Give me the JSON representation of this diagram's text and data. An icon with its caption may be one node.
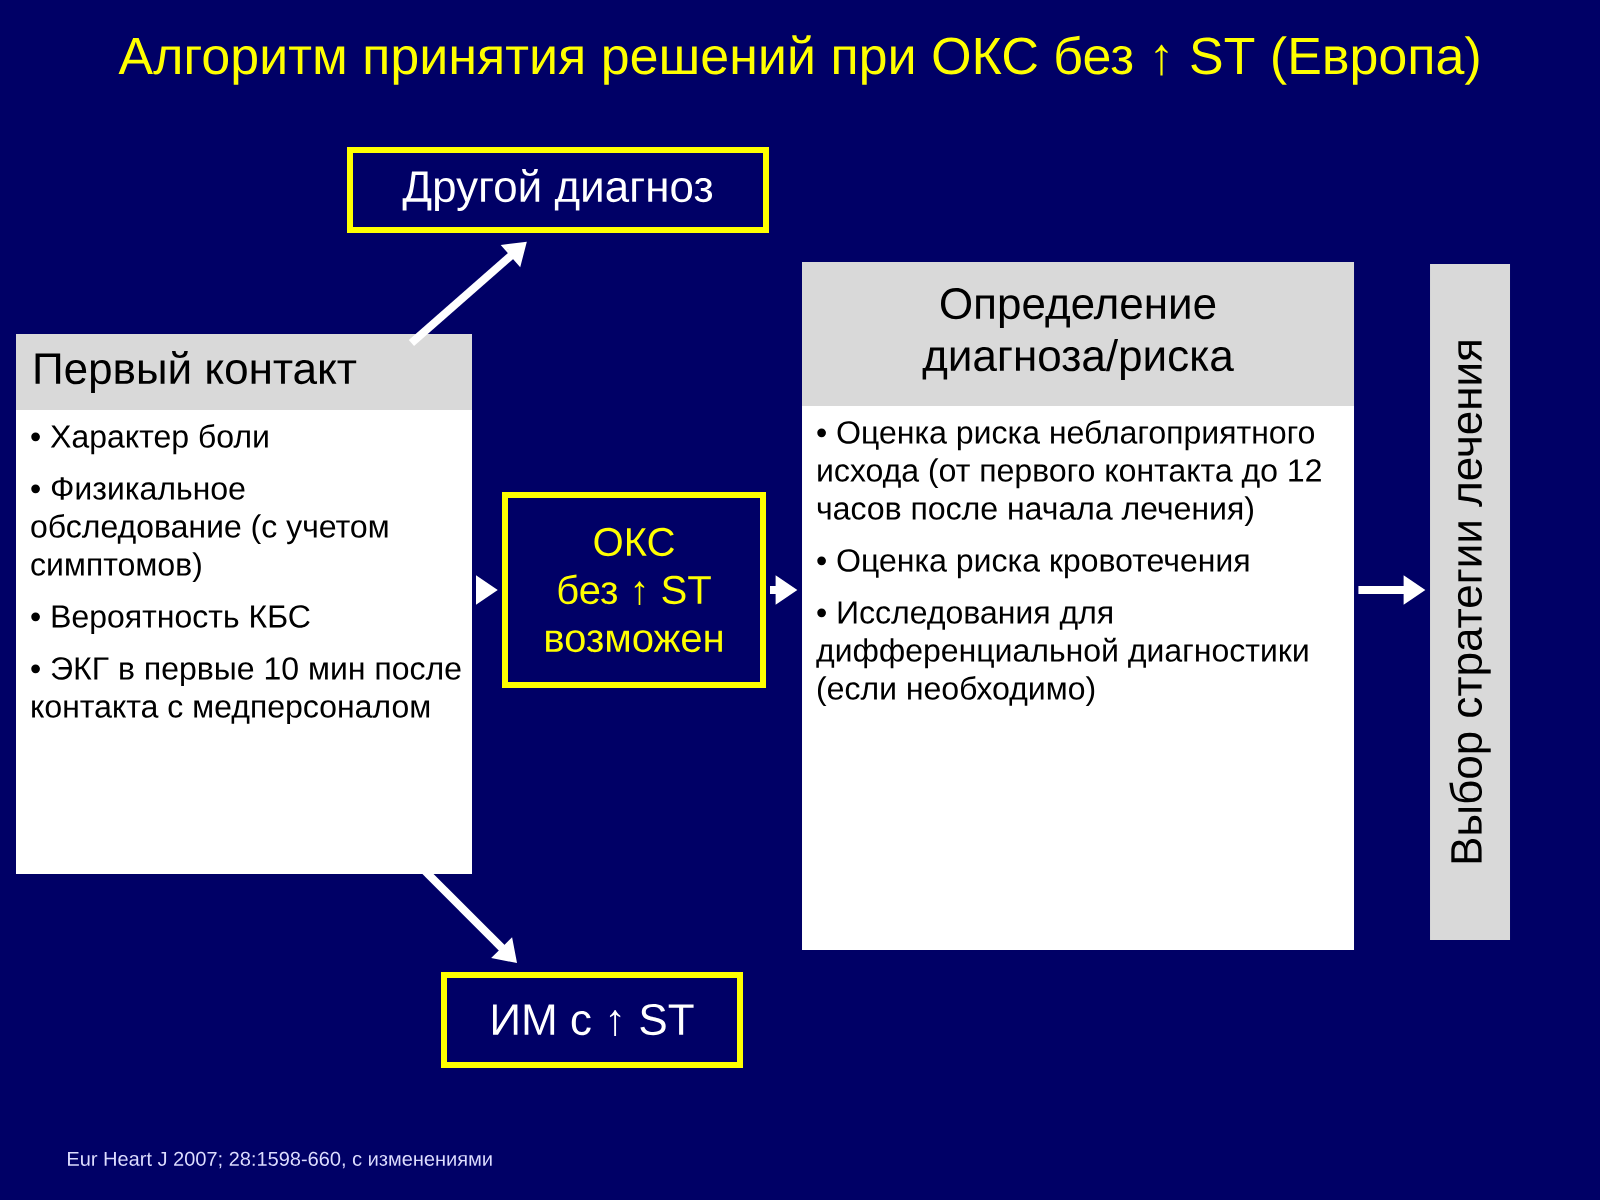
{
  "diagram": {
    "title": "Алгоритм принятия решений при ОКС без ↑ ST (Европа)",
    "caption": "Eur Heart J 2007; 28:1598-660, с изменениями",
    "nodes": [
      {
        "text": [
          "Другой диагноз"
        ]
      },
      {
        "text": [
          "Первый контакт",
          "• Характер боли",
          "• Физикальное обследование (с учетом симптомов)",
          "• Вероятность КБС",
          "• ЭКГ в первые 10 мин после контакта с медперсоналом"
        ]
      },
      {
        "text": [
          "ОКС без ↑ ST возможен"
        ]
      },
      {
        "text": [
          "ИМ с ↑ ST"
        ]
      },
      {
        "text": [
          "Определение диагноза/риска",
          "• Оценка риска неблагоприятного исхода (от первого контакта до 12 часов после начала лечения)",
          "• Оценка риска кровотечения",
          "• Исследования для дифференциальной диагностики (если необходимо)"
        ]
      },
      {
        "text": [
          "Выбор стратегии лечения"
        ]
      }
    ],
    "edges": [
      {
        "from": 1,
        "to": 0,
        "arrow": "to"
      },
      {
        "from": 1,
        "to": 2,
        "arrow": "to"
      },
      {
        "from": 1,
        "to": 3,
        "arrow": "to"
      },
      {
        "from": 2,
        "to": 4,
        "arrow": "to"
      },
      {
        "from": 4,
        "to": 5,
        "arrow": "to"
      }
    ]
  }
}
